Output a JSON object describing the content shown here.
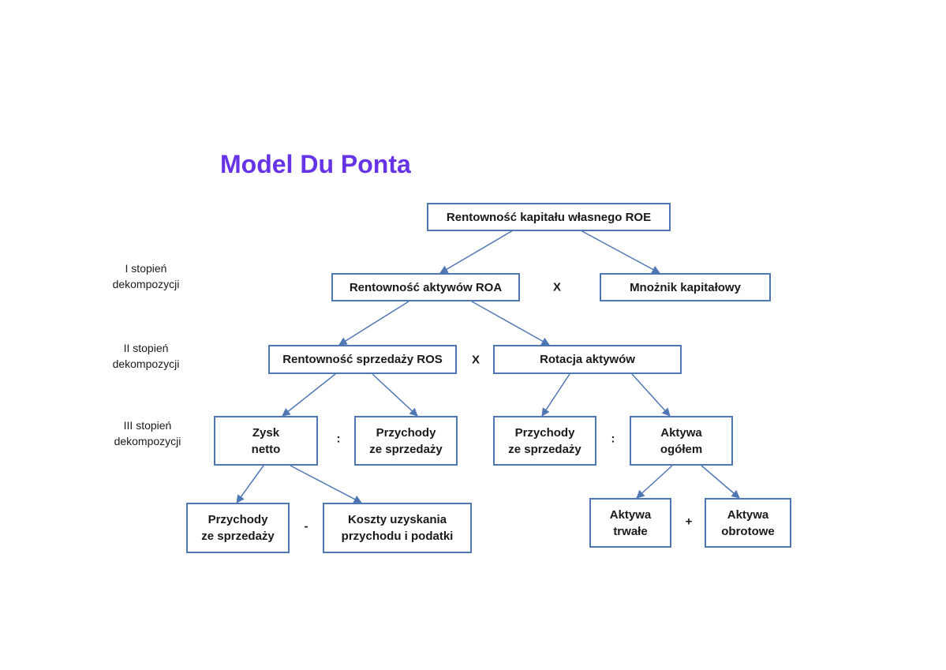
{
  "title": "Model Du Ponta",
  "levels": {
    "l1": "I stopień\ndekompozycji",
    "l2": "II stopień\ndekompozycji",
    "l3": "III stopień\ndekompozycji"
  },
  "nodes": {
    "roe": "Rentowność kapitału własnego ROE",
    "roa": "Rentowność aktywów ROA",
    "mnoznik": "Mnożnik kapitałowy",
    "ros": "Rentowność sprzedaży ROS",
    "rotacja": "Rotacja aktywów",
    "zysk_netto": "Zysk\nnetto",
    "przychody_a": "Przychody\nze sprzedaży",
    "przychody_b": "Przychody\nze sprzedaży",
    "aktywa_ogolem": "Aktywa\nogółem",
    "przychody_c": "Przychody\nze sprzedaży",
    "koszty": "Koszty uzyskania\nprzychodu i podatki",
    "aktywa_trwale": "Aktywa\ntrwałe",
    "aktywa_obrotowe": "Aktywa\nobrotowe"
  },
  "operators": {
    "x1": "X",
    "x2": "X",
    "div1": ":",
    "div2": ":",
    "minus": "-",
    "plus": "+"
  },
  "colors": {
    "title": "#6633e6",
    "border": "#4f77b4",
    "edge": "#4f77b4"
  }
}
